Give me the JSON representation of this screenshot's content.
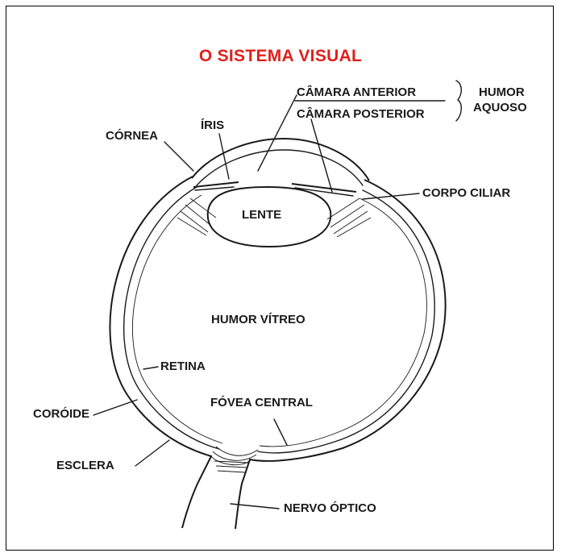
{
  "title": "O SISTEMA VISUAL",
  "labels": {
    "camara_anterior": "CÂMARA ANTERIOR",
    "camara_posterior": "CÂMARA POSTERIOR",
    "humor": "HUMOR",
    "aquoso": "AQUOSO",
    "iris": "ÍRIS",
    "cornea": "CÓRNEA",
    "corpo_ciliar": "CORPO CILIAR",
    "lente": "LENTE",
    "humor_vitreo": "HUMOR VÍTREO",
    "retina": "RETINA",
    "coroide": "CORÓIDE",
    "fovea_central": "FÓVEA CENTRAL",
    "esclera": "ESCLERA",
    "nervo_optico": "NERVO ÓPTICO"
  },
  "colors": {
    "title": "#e0201c",
    "ink": "#1a1a1a",
    "border": "#000000"
  }
}
